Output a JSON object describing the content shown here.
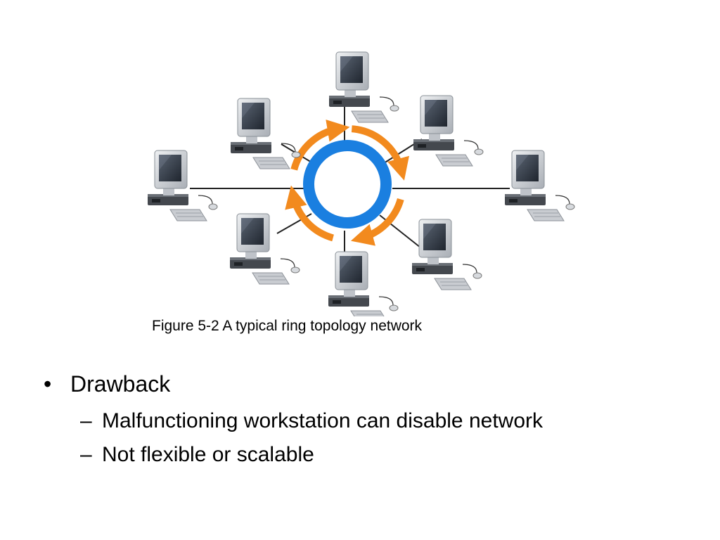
{
  "figure": {
    "caption": "Figure 5-2 A typical ring topology network",
    "colors": {
      "ring": "#1a7fe0",
      "arrows": "#f28a1e",
      "cable": "#222222",
      "monitor_body": "#d4d7db",
      "screen": "#2b3340",
      "base": "#3a3d42"
    },
    "icon": "workstation-icon",
    "workstation_count": 8
  },
  "bullets": {
    "heading_marker": "•",
    "heading": "Drawback",
    "sub_marker": "–",
    "items": [
      "Malfunctioning workstation can disable network",
      "Not flexible or scalable"
    ]
  }
}
